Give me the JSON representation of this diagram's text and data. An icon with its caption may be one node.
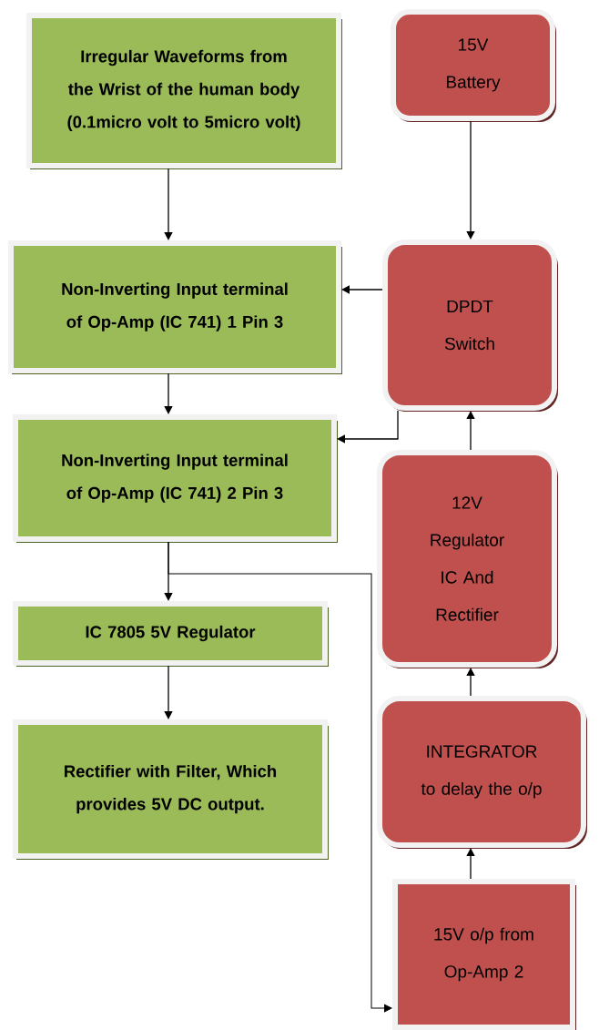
{
  "diagram": {
    "nodes": [
      {
        "text": [
          "Irregular Waveforms from the Wrist of the human body (0.1micro volt to 5micro volt)"
        ]
      },
      {
        "text": [
          "15V Battery"
        ]
      },
      {
        "text": [
          "Non-Inverting Input terminal of Op-Amp (IC 741) 1 Pin 3"
        ]
      },
      {
        "text": [
          "DPDT Switch"
        ]
      },
      {
        "text": [
          "Non-Inverting Input terminal of Op-Amp (IC 741) 2 Pin 3"
        ]
      },
      {
        "text": [
          "12V Regulator IC And Rectifier"
        ]
      },
      {
        "text": [
          "IC 7805 5V Regulator"
        ]
      },
      {
        "text": [
          "INTEGRATOR to delay the o/p"
        ]
      },
      {
        "text": [
          "Rectifier with Filter, Which provides 5V DC output."
        ]
      },
      {
        "text": [
          "15V o/p from Op-Amp 2"
        ]
      }
    ],
    "edges": [
      {
        "from": 0,
        "to": 2,
        "arrow": "to"
      },
      {
        "from": 1,
        "to": 3,
        "arrow": "to"
      },
      {
        "from": 3,
        "to": 2,
        "arrow": "to"
      },
      {
        "from": 2,
        "to": 4,
        "arrow": "to"
      },
      {
        "from": 3,
        "to": 4,
        "arrow": "to"
      },
      {
        "from": 4,
        "to": 6,
        "arrow": "to"
      },
      {
        "from": 4,
        "to": 9,
        "arrow": "to"
      },
      {
        "from": 6,
        "to": 8,
        "arrow": "to"
      },
      {
        "from": 9,
        "to": 7,
        "arrow": "to"
      },
      {
        "from": 7,
        "to": 5,
        "arrow": "to"
      },
      {
        "from": 5,
        "to": 3,
        "arrow": "to"
      }
    ]
  }
}
